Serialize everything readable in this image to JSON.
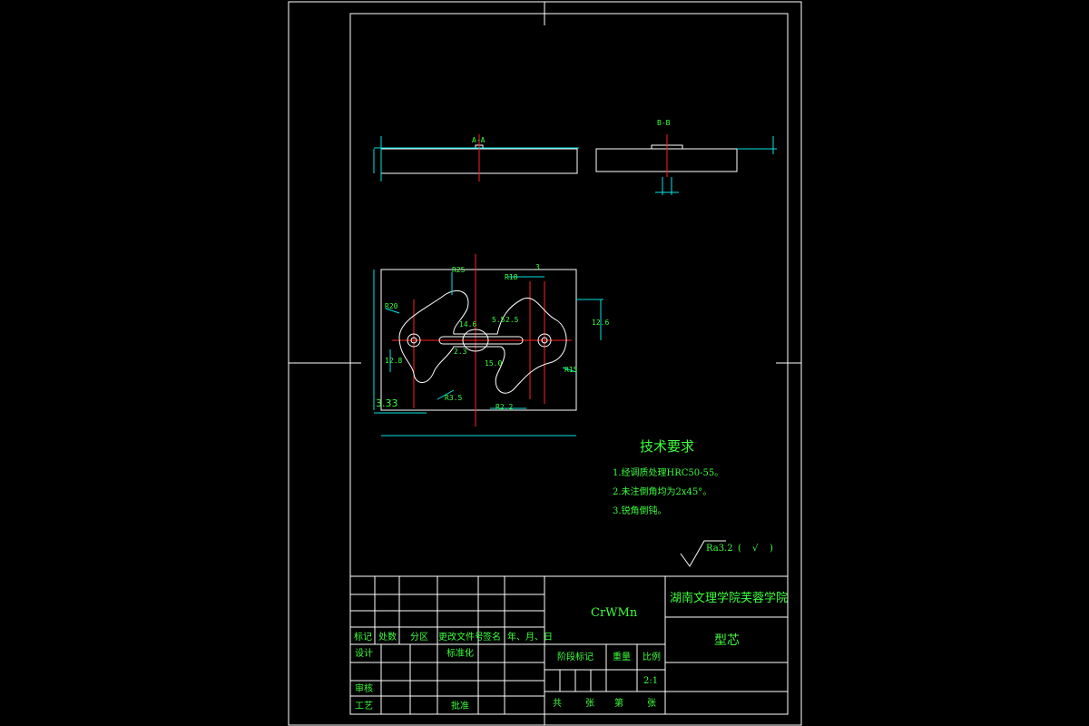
{
  "colors": {
    "background": "#000000",
    "border": "#ffffff",
    "dimension": "#00e5e5",
    "text": "#3cff3c",
    "centerline": "#ff2020",
    "hatch": "#00e5e5"
  },
  "section_labels": {
    "left": "A-A",
    "right": "B-B"
  },
  "dimensions": {
    "r25": "R25",
    "r20": "R20",
    "r18": "R18",
    "r15": "R15",
    "r35": "R3.5",
    "r22": "R2.2",
    "d126": "12.6",
    "d55": "5.5",
    "d146": "14.6",
    "d150": "15.0",
    "d128": "12.8",
    "d25": "2.5",
    "d23": "2.3",
    "d333": "3.33",
    "d3": "3"
  },
  "tech_requirements": {
    "title": "技术要求",
    "items": [
      "1.经调质处理HRC50-55。",
      "2.未注倒角均为2x45°。",
      "3.锐角倒钝。"
    ]
  },
  "surface_finish": {
    "label": "Ra3.2",
    "open": "(",
    "check": "√",
    "close": ")"
  },
  "title_block": {
    "material": "CrWMn",
    "school": "湖南文理学院芙蓉学院",
    "part_name": "型芯",
    "change_headers": [
      "标记",
      "处数",
      "分区",
      "更改文件号",
      "签名",
      "年、月、日"
    ],
    "designer": "设计",
    "standardize": "标准化",
    "reviewer": "审核",
    "process": "工艺",
    "approve": "批准",
    "stage_mark": "阶段标记",
    "weight": "重量",
    "scale": "比例",
    "scale_value": "2:1",
    "sheet_total": "共",
    "sheet_unit": "张",
    "sheet_num": "第",
    "sheet_unit2": "张"
  }
}
